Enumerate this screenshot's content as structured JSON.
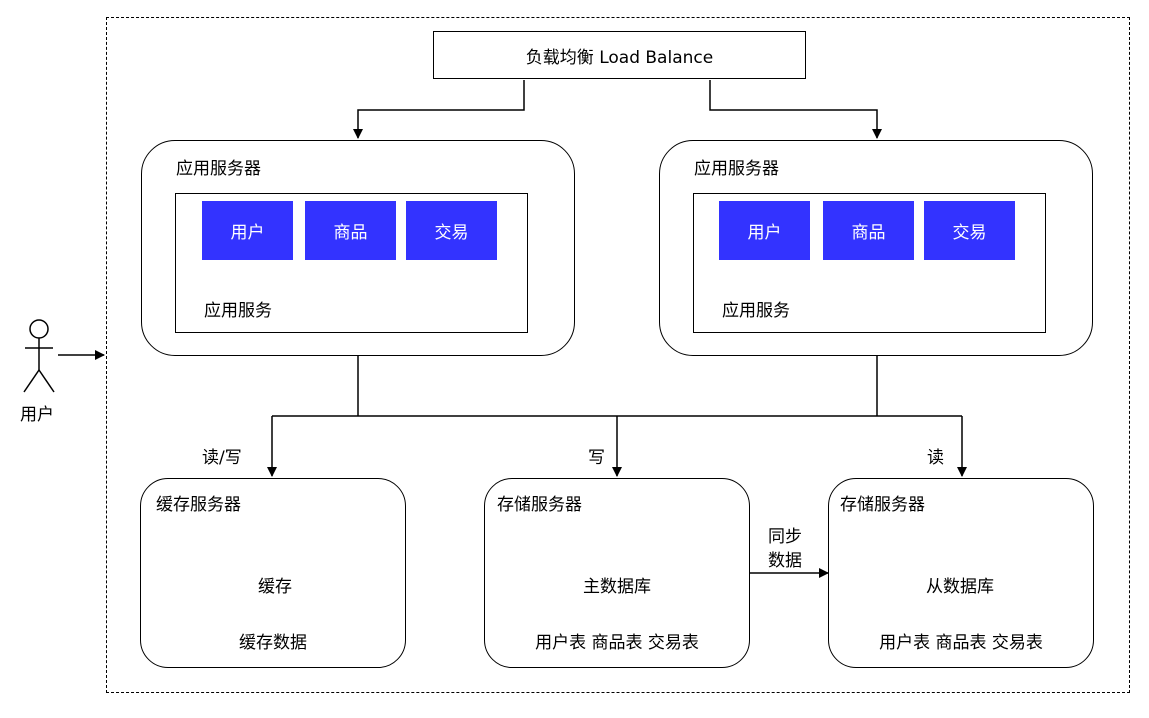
{
  "load_balancer": {
    "label": "负载均衡 Load Balance"
  },
  "user": {
    "label": "用户"
  },
  "app_servers": [
    {
      "title": "应用服务器",
      "service_label": "应用服务",
      "modules": [
        "用户",
        "商品",
        "交易"
      ]
    },
    {
      "title": "应用服务器",
      "service_label": "应用服务",
      "modules": [
        "用户",
        "商品",
        "交易"
      ]
    }
  ],
  "edges": {
    "cache_rw": "读/写",
    "write": "写",
    "read": "读",
    "sync_line1": "同步",
    "sync_line2": "数据"
  },
  "cache_server": {
    "title": "缓存服务器",
    "db_label": "缓存",
    "caption": "缓存数据"
  },
  "storage_master": {
    "title": "存储服务器",
    "db_label": "主数据库",
    "caption": "用户表 商品表 交易表"
  },
  "storage_slave": {
    "title": "存储服务器",
    "db_label": "从数据库",
    "caption": "用户表 商品表 交易表"
  },
  "colors": {
    "module_fill": "#3333ff",
    "module_text": "#ffffff",
    "stroke": "#000000"
  }
}
